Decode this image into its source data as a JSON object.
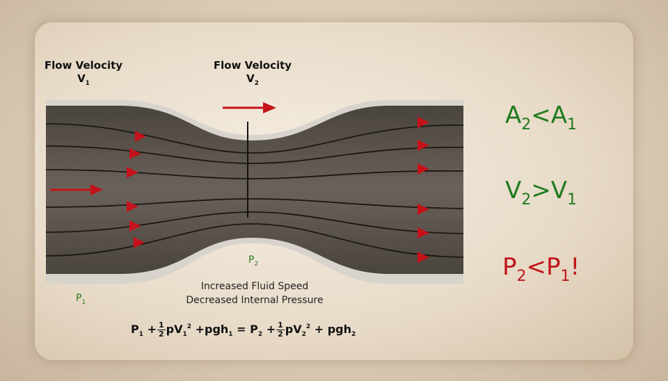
{
  "labels": {
    "flow_v1_title": "Flow Velocity",
    "flow_v1_var": "V",
    "flow_v1_sub": "1",
    "flow_v2_title": "Flow Velocity",
    "flow_v2_var": "V",
    "flow_v2_sub": "2",
    "p1_var": "P",
    "p1_sub": "1",
    "p2_var": "P",
    "p2_sub": "2",
    "caption_line1": "Increased Fluid Speed",
    "caption_line2": "Decreased Internal Pressure"
  },
  "relations": [
    {
      "a": "A",
      "a_sub": "2",
      "op": "<",
      "b": "A",
      "b_sub": "1",
      "tail": "",
      "color": "#1f7a1f"
    },
    {
      "a": "V",
      "a_sub": "2",
      "op": ">",
      "b": "V",
      "b_sub": "1",
      "tail": "",
      "color": "#1f7a1f"
    },
    {
      "a": "P",
      "a_sub": "2",
      "op": "<",
      "b": "P",
      "b_sub": "1",
      "tail": "!",
      "color": "#c2151a"
    }
  ],
  "bernoulli": {
    "p1": "P",
    "p1_sub": "1",
    "plus": "+",
    "frac_n": "1",
    "frac_d": "2",
    "rho_v1": "pV",
    "v1_sub": "1",
    "v1_pow": "2",
    "pgh1": "+pgh",
    "h1_sub": "1",
    "equals": "=",
    "p2": "P",
    "p2_sub": "2",
    "rho_v2": "pV",
    "v2_sub": "2",
    "v2_pow": "2",
    "pgh2": "+ pgh",
    "h2_sub": "2"
  },
  "colors": {
    "arrow": "#c4121a",
    "pipe_fill": "#5b544c",
    "pipe_wall": "#d4d0cb",
    "green": "#1f7a1f",
    "red": "#c2151a"
  }
}
